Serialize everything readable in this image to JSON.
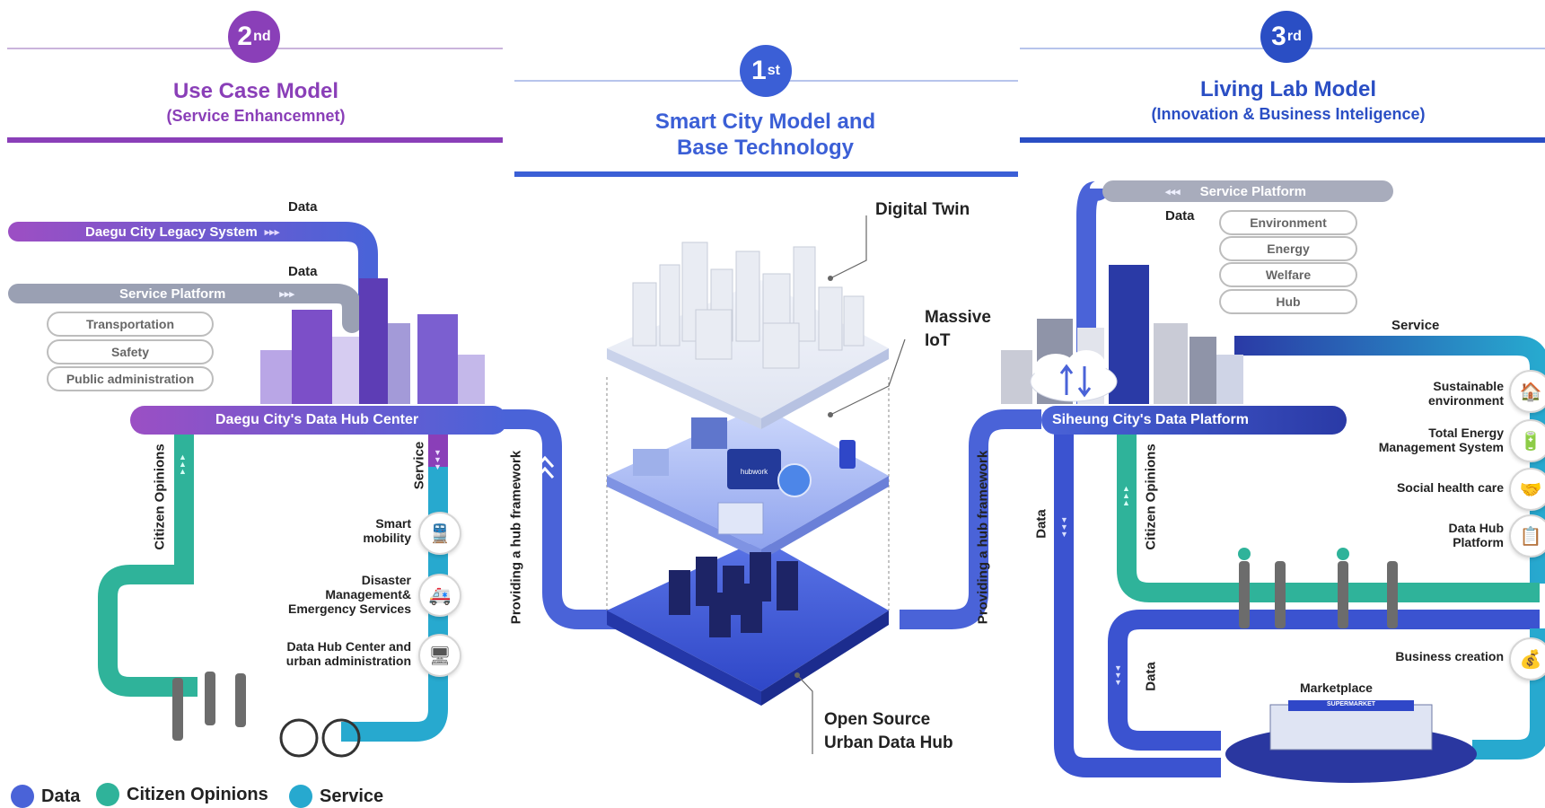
{
  "models": {
    "second": {
      "rank_num": "2",
      "rank_sup": "nd",
      "title": "Use Case Model",
      "subtitle": "(Service Enhancemnet)",
      "color": "#8a3fb8"
    },
    "first": {
      "rank_num": "1",
      "rank_sup": "st",
      "title_line1": "Smart City Model and",
      "title_line2": "Base Technology",
      "color": "#3b5fd6"
    },
    "third": {
      "rank_num": "3",
      "rank_sup": "rd",
      "title": "Living Lab Model",
      "subtitle": "(Innovation & Business Inteligence)",
      "color": "#2a4ec4"
    }
  },
  "left": {
    "data_label_1": "Data",
    "legacy_system": "Daegu City Legacy System",
    "data_label_2": "Data",
    "service_platform": "Service Platform",
    "pills": [
      "Transportation",
      "Safety",
      "Public administration"
    ],
    "hub_center": "Daegu City's Data Hub Center",
    "citizen_opinions": "Citizen Opinions",
    "service_label": "Service",
    "services": [
      {
        "label_line1": "Smart",
        "label_line2": "mobility",
        "icon": "train-icon",
        "glyph": "🚆"
      },
      {
        "label_line1": "Disaster",
        "label_line2": "Management&",
        "label_line3": "Emergency Services",
        "icon": "ambulance-icon",
        "glyph": "🚑"
      },
      {
        "label_line1": "Data Hub Center and",
        "label_line2": "urban administration",
        "icon": "monitor-icon",
        "glyph": "🖥"
      }
    ],
    "framework": "Providing a hub framework"
  },
  "center": {
    "digital_twin": "Digital Twin",
    "massive_iot_1": "Massive",
    "massive_iot_2": "IoT",
    "open_source_1": "Open Source",
    "open_source_2": "Urban Data Hub",
    "chip_label": "hubwork"
  },
  "right": {
    "service_platform": "Service Platform",
    "data_label": "Data",
    "pills": [
      "Environment",
      "Energy",
      "Welfare",
      "Hub"
    ],
    "service_label": "Service",
    "data_platform": "Siheung City's Data Platform",
    "framework": "Providing a hub framework",
    "data_vertical_1": "Data",
    "citizen_opinions": "Citizen Opinions",
    "data_vertical_2": "Data",
    "services": [
      {
        "label_line1": "Sustainable",
        "label_line2": "environment",
        "icon": "home-leaf-icon",
        "glyph": "🏠"
      },
      {
        "label_line1": "Total Energy",
        "label_line2": "Management System",
        "icon": "battery-icon",
        "glyph": "🔋"
      },
      {
        "label_line1": "Social health care",
        "label_line2": "",
        "icon": "handshake-icon",
        "glyph": "🤝"
      },
      {
        "label_line1": "Data Hub",
        "label_line2": "Platform",
        "icon": "document-icon",
        "glyph": "📋"
      },
      {
        "label_line1": "Business creation",
        "label_line2": "",
        "icon": "money-bag-icon",
        "glyph": "💰"
      }
    ],
    "marketplace": "Marketplace",
    "store_sign": "SUPERMARKET"
  },
  "legend": [
    {
      "label": "Data",
      "color": "#4a63d8"
    },
    {
      "label": "Citizen Opinions",
      "color": "#2fb39a"
    },
    {
      "label": "Service",
      "color": "#27a9cf"
    }
  ],
  "colors": {
    "data": "#4a63d8",
    "citizen": "#2fb39a",
    "service": "#27a9cf",
    "purple": "#8a3fb8",
    "navy": "#2a3aa6"
  }
}
